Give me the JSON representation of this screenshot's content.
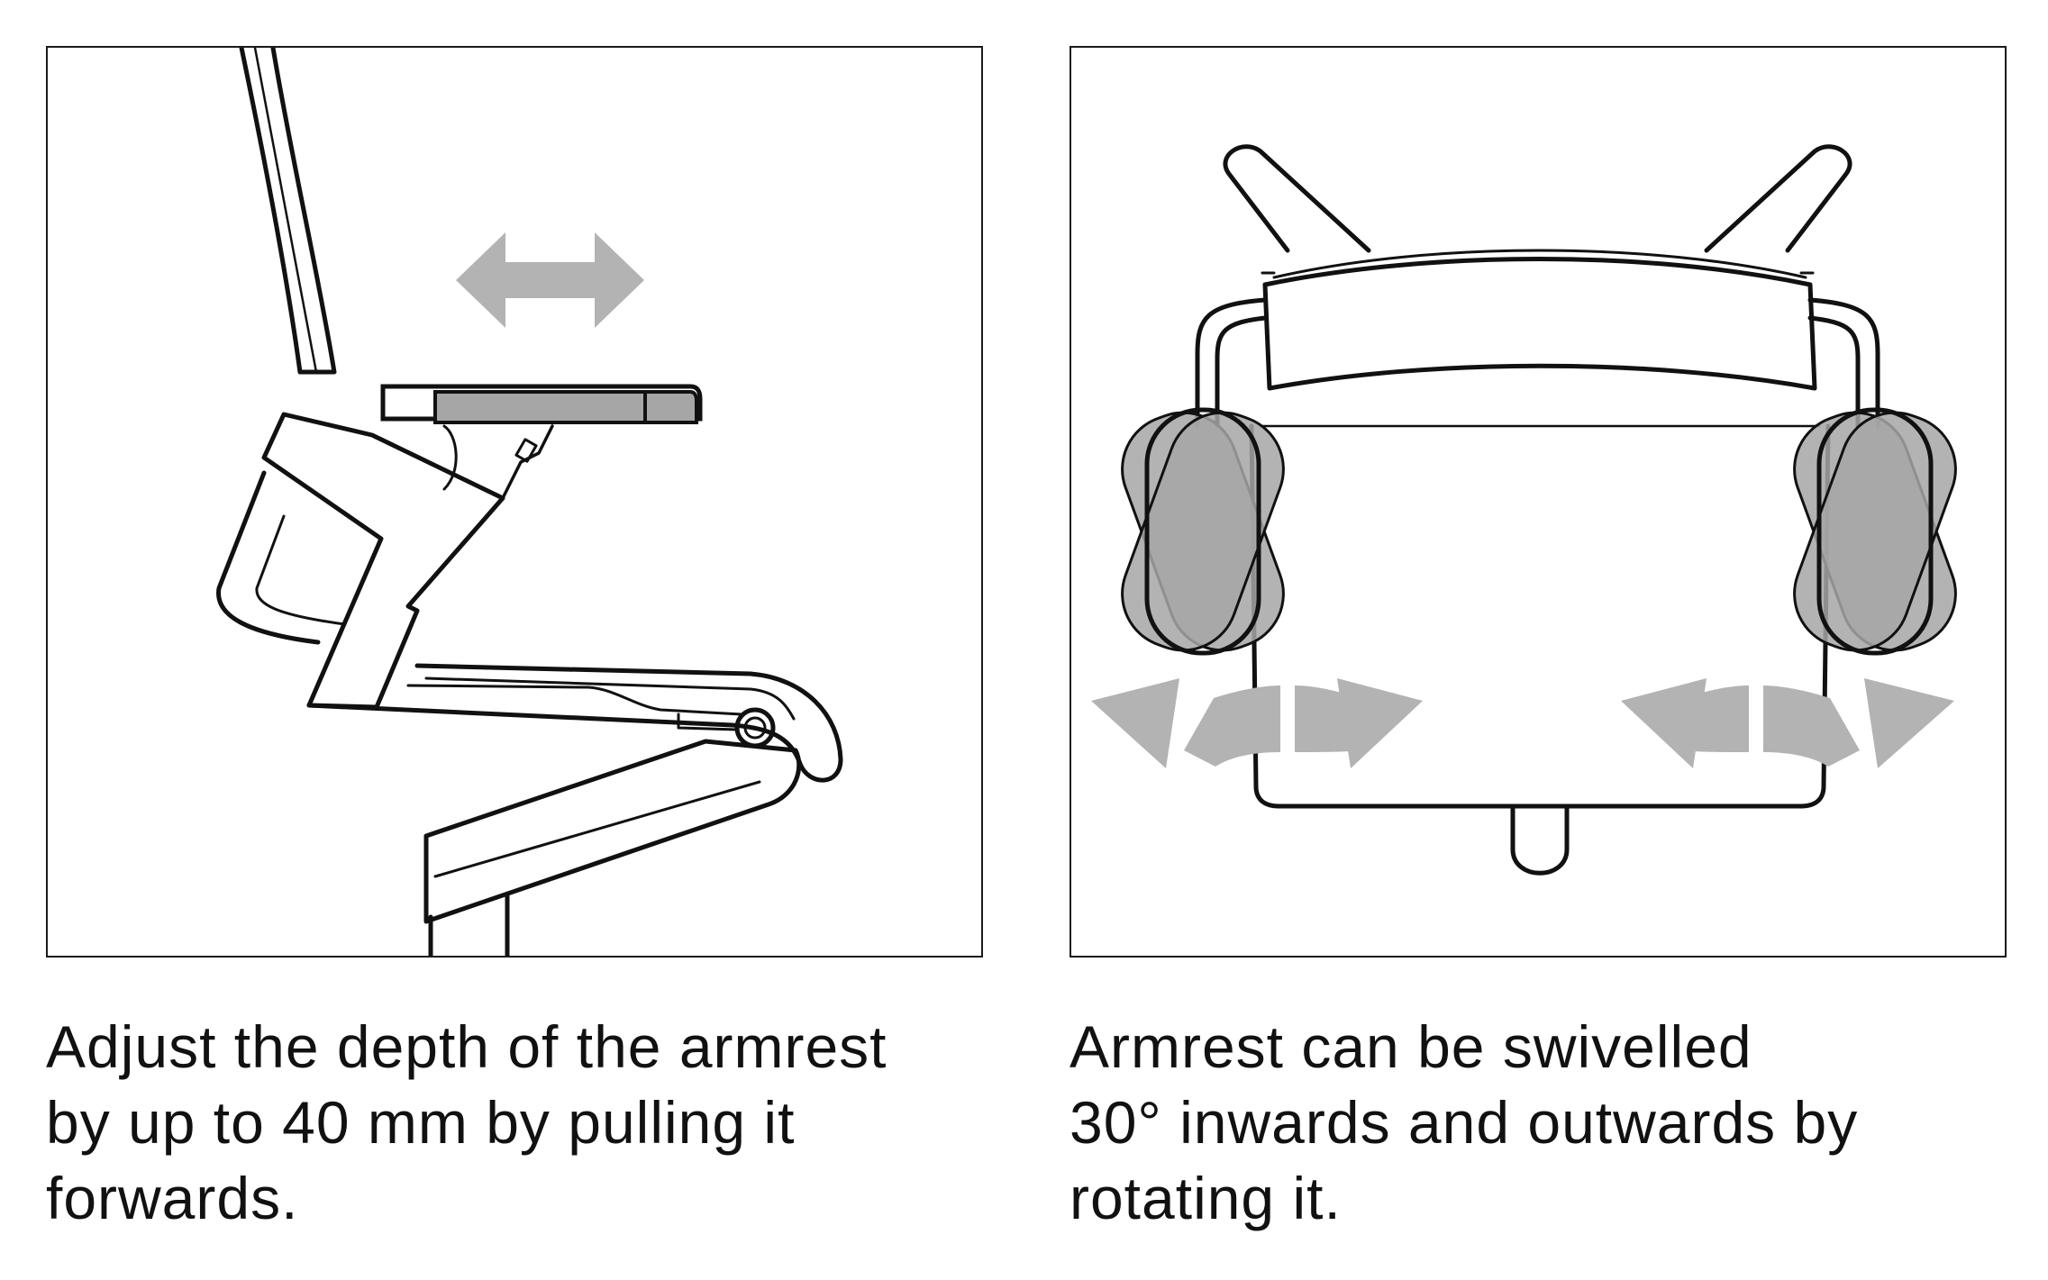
{
  "colors": {
    "outline": "#111111",
    "arrow_gray": "#b3b3b3",
    "armpad_gray": "#a6a6a6"
  },
  "panels": [
    {
      "illustration": "chair side view, armrest depth adjustment",
      "arrow": "double-horizontal-arrow",
      "caption_lines": [
        "Adjust the depth of the armrest",
        "by up to 40 mm by pulling it",
        "forwards."
      ]
    },
    {
      "illustration": "chair top view, armrest swivel",
      "arrow": "curved-double-arrow",
      "caption_lines": [
        "Armrest can be swivelled",
        "30° inwards and outwards by",
        "rotating it."
      ]
    }
  ]
}
